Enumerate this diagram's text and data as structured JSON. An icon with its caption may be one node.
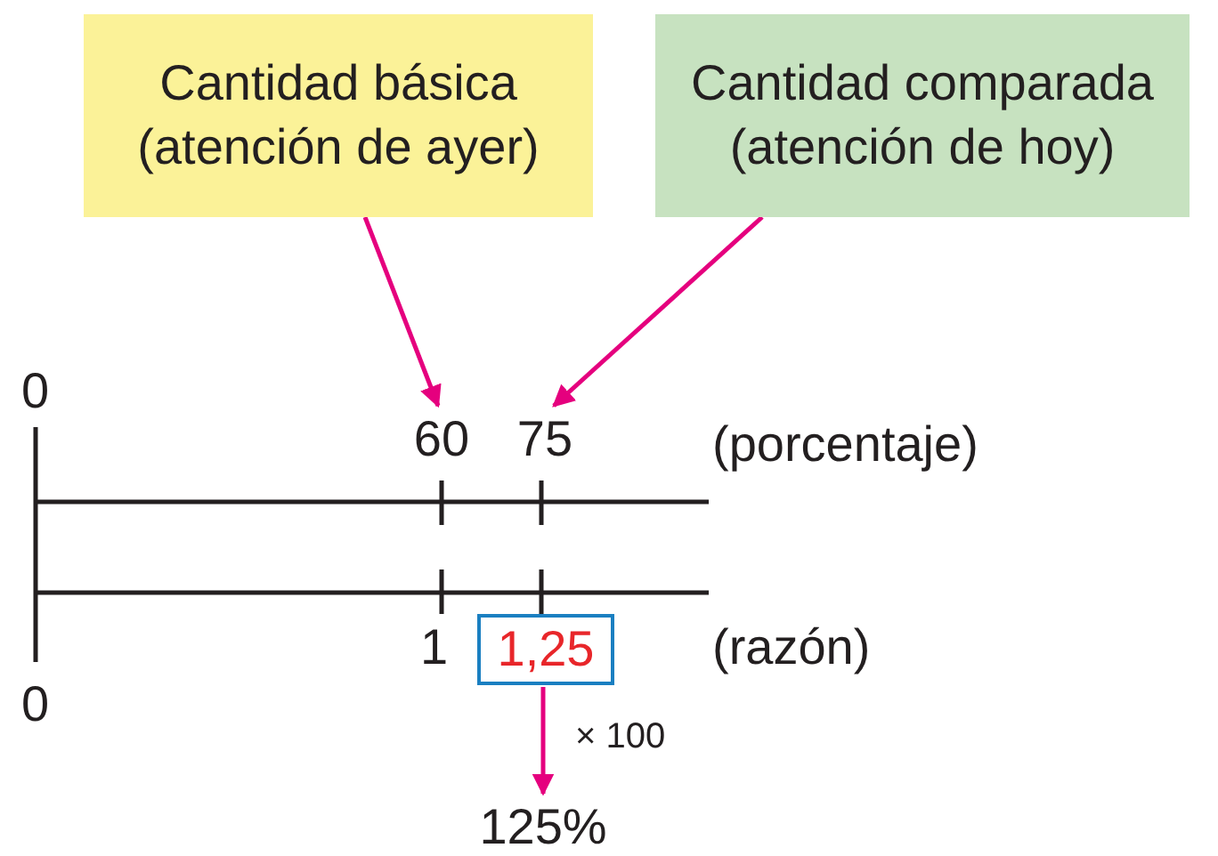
{
  "diagram": {
    "nodes": [
      {
        "text": [
          "Cantidad básica (atención de ayer)"
        ]
      },
      {
        "text": [
          "Cantidad comparada (atención de hoy)"
        ]
      },
      {
        "text": [
          "60"
        ]
      },
      {
        "text": [
          "75"
        ]
      },
      {
        "text": [
          "1,25"
        ]
      },
      {
        "text": [
          "125%"
        ]
      }
    ],
    "edges": [
      {
        "from": 0,
        "to": 2,
        "arrow": "to"
      },
      {
        "from": 1,
        "to": 3,
        "arrow": "to"
      },
      {
        "from": 4,
        "to": 5,
        "arrow": "to",
        "label": "× 100"
      }
    ],
    "labels": [
      "0",
      "(porcentaje)",
      "1",
      "(razón)",
      "0"
    ]
  }
}
